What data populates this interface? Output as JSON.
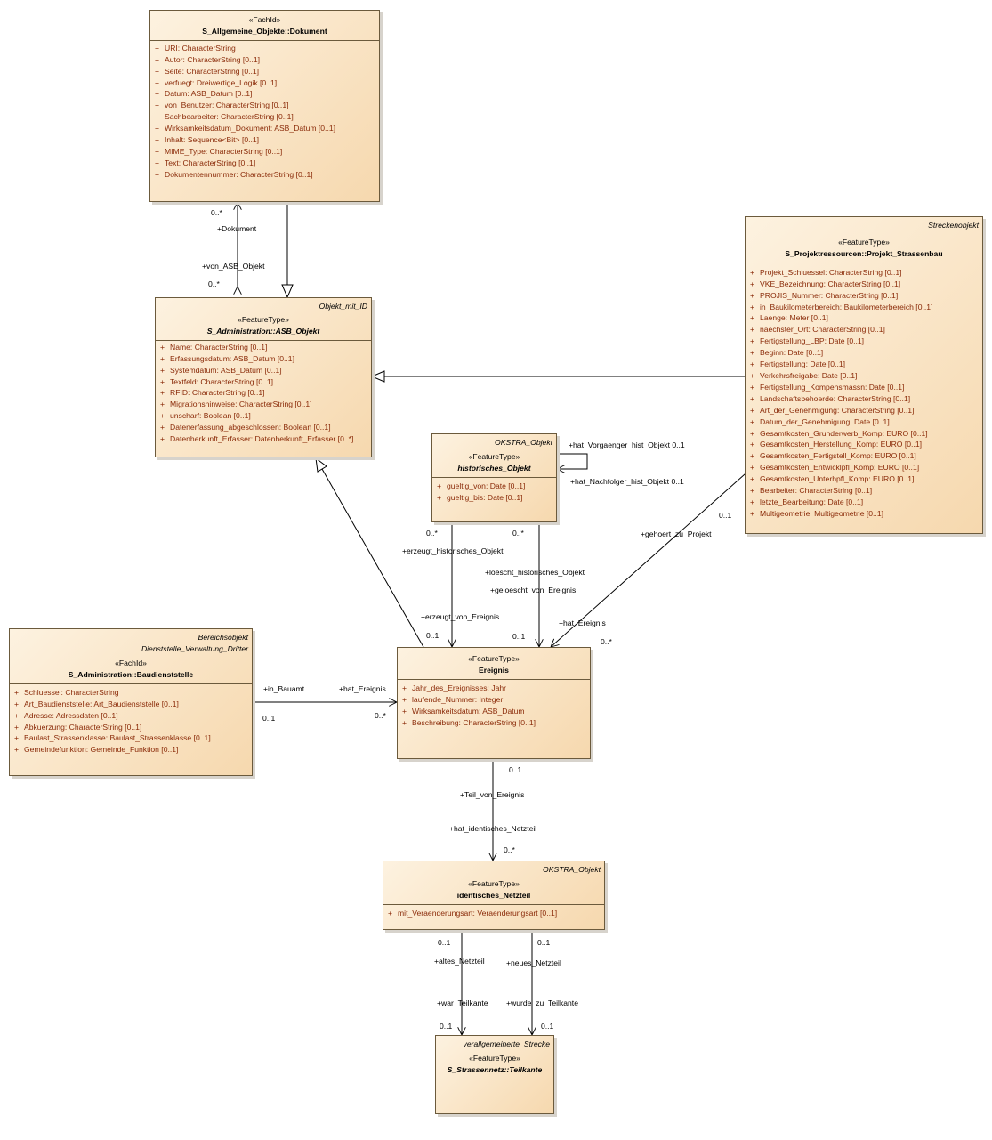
{
  "classes": {
    "dokument": {
      "stereotype": "«FachId»",
      "name": "S_Allgemeine_Objekte::Dokument",
      "attributes": [
        "URI: CharacterString",
        "Autor: CharacterString [0..1]",
        "Seite: CharacterString [0..1]",
        "verfuegt: Dreiwertige_Logik [0..1]",
        "Datum: ASB_Datum [0..1]",
        "von_Benutzer: CharacterString [0..1]",
        "Sachbearbeiter: CharacterString [0..1]",
        "Wirksamkeitsdatum_Dokument: ASB_Datum [0..1]",
        "Inhalt: Sequence<Bit> [0..1]",
        "MIME_Type: CharacterString [0..1]",
        "Text: CharacterString [0..1]",
        "Dokumentennummer: CharacterString [0..1]"
      ]
    },
    "asb_objekt": {
      "parent": "Objekt_mit_ID",
      "stereotype": "«FeatureType»",
      "name": "S_Administration::ASB_Objekt",
      "attributes": [
        "Name: CharacterString [0..1]",
        "Erfassungsdatum: ASB_Datum [0..1]",
        "Systemdatum: ASB_Datum [0..1]",
        "Textfeld: CharacterString [0..1]",
        "RFID: CharacterString [0..1]",
        "Migrationshinweise: CharacterString [0..1]",
        "unscharf: Boolean [0..1]",
        "Datenerfassung_abgeschlossen: Boolean [0..1]",
        "Datenherkunft_Erfasser: Datenherkunft_Erfasser [0..*]"
      ]
    },
    "projekt": {
      "parent": "Streckenobjekt",
      "stereotype": "«FeatureType»",
      "name": "S_Projektressourcen::Projekt_Strassenbau",
      "attributes": [
        "Projekt_Schluessel: CharacterString [0..1]",
        "VKE_Bezeichnung: CharacterString [0..1]",
        "PROJIS_Nummer: CharacterString [0..1]",
        "in_Baukilometerbereich: Baukilometerbereich [0..1]",
        "Laenge: Meter [0..1]",
        "naechster_Ort: CharacterString [0..1]",
        "Fertigstellung_LBP: Date [0..1]",
        "Beginn: Date [0..1]",
        "Fertigstellung: Date [0..1]",
        "Verkehrsfreigabe: Date [0..1]",
        "Fertigstellung_Kompensmassn: Date [0..1]",
        "Landschaftsbehoerde: CharacterString [0..1]",
        "Art_der_Genehmigung: CharacterString [0..1]",
        "Datum_der_Genehmigung: Date [0..1]",
        "Gesamtkosten_Grunderwerb_Komp: EURO [0..1]",
        "Gesamtkosten_Herstellung_Komp: EURO [0..1]",
        "Gesamtkosten_Fertigstell_Komp: EURO [0..1]",
        "Gesamtkosten_Entwicklpfl_Komp: EURO [0..1]",
        "Gesamtkosten_Unterhpfl_Komp: EURO [0..1]",
        "Bearbeiter: CharacterString [0..1]",
        "letzte_Bearbeitung: Date [0..1]",
        "Multigeometrie: Multigeometrie [0..1]"
      ]
    },
    "hist": {
      "parent": "OKSTRA_Objekt",
      "stereotype": "«FeatureType»",
      "name": "historisches_Objekt",
      "attributes": [
        "gueltig_von: Date [0..1]",
        "gueltig_bis: Date [0..1]"
      ]
    },
    "baudienststelle": {
      "parent1": "Bereichsobjekt",
      "parent2": "Dienststelle_Verwaltung_Dritter",
      "stereotype": "«FachId»",
      "name": "S_Administration::Baudienststelle",
      "attributes": [
        "Schluessel: CharacterString",
        "Art_Baudienststelle: Art_Baudienststelle [0..1]",
        "Adresse: Adressdaten [0..1]",
        "Abkuerzung: CharacterString [0..1]",
        "Baulast_Strassenklasse: Baulast_Strassenklasse [0..1]",
        "Gemeindefunktion: Gemeinde_Funktion [0..1]"
      ]
    },
    "ereignis": {
      "stereotype": "«FeatureType»",
      "name": "Ereignis",
      "attributes": [
        "Jahr_des_Ereignisses: Jahr",
        "laufende_Nummer: Integer",
        "Wirksamkeitsdatum: ASB_Datum",
        "Beschreibung: CharacterString [0..1]"
      ]
    },
    "netzteil": {
      "parent": "OKSTRA_Objekt",
      "stereotype": "«FeatureType»",
      "name": "identisches_Netzteil",
      "attributes": [
        "mit_Veraenderungsart: Veraenderungsart [0..1]"
      ]
    },
    "teilkante": {
      "parent": "verallgemeinerte_Strecke",
      "stereotype": "«FeatureType»",
      "name": "S_Strassennetz::Teilkante"
    }
  },
  "labels": {
    "dok_mult_top": "0..*",
    "dok_role": "+Dokument",
    "asb_role": "+von_ASB_Objekt",
    "asb_mult": "0..*",
    "hist_self_vorg": "+hat_Vorgaenger_hist_Objekt 0..1",
    "hist_self_nach": "+hat_Nachfolger_hist_Objekt 0..1",
    "hist_mult_l": "0..*",
    "erz_hist": "+erzeugt_historisches_Objekt",
    "hist_mult_r": "0..*",
    "loe_hist": "+loescht_historisches_Objekt",
    "gel_von": "+geloescht_von_Ereignis",
    "erz_von": "+erzeugt_von_Ereignis",
    "er_mult_l": "0..1",
    "er_mult_r": "0..1",
    "proj_mult": "0..1",
    "gehoert": "+gehoert_zu_Projekt",
    "hat_ereignis_p": "+hat_Ereignis",
    "er_mult_p": "0..*",
    "in_bauamt": "+in_Bauamt",
    "hat_ereignis_b": "+hat_Ereignis",
    "bd_mult": "0..1",
    "er_mult_b": "0..*",
    "er_mult_bottom": "0..1",
    "teil_von": "+Teil_von_Ereignis",
    "hat_ident": "+hat_identisches_Netzteil",
    "nt_mult_top": "0..*",
    "nt_mult_l": "0..1",
    "altes": "+altes_Netzteil",
    "nt_mult_r": "0..1",
    "neues": "+neues_Netzteil",
    "war": "+war_Teilkante",
    "wurde": "+wurde_zu_Teilkante",
    "tk_mult_l": "0..1",
    "tk_mult_r": "0..1"
  }
}
